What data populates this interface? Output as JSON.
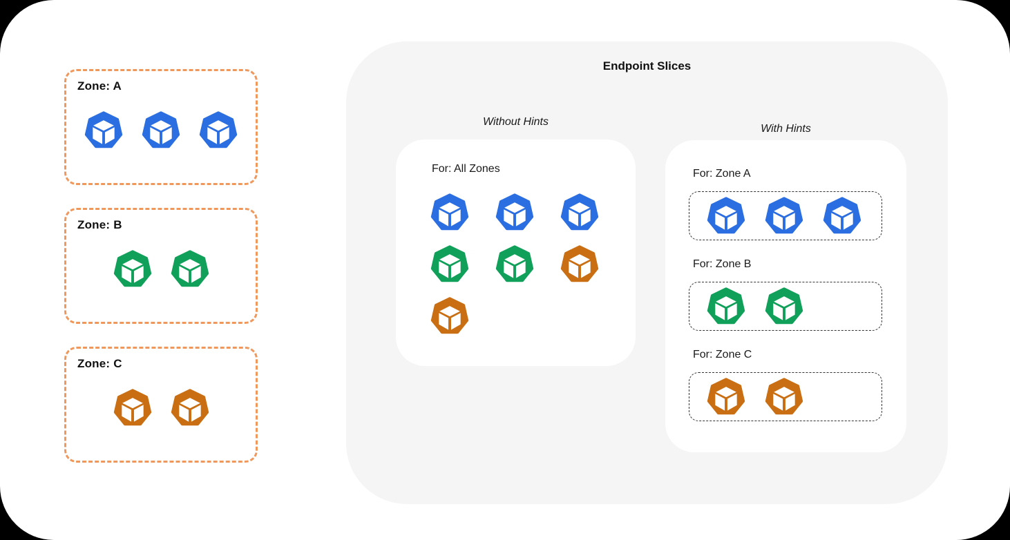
{
  "colors": {
    "blue": "#2B6EE1",
    "green": "#11A05A",
    "orange": "#C96E12",
    "zone_border": "#F0985C",
    "panel_bg": "#F5F5F6",
    "dotted_border": "#333333"
  },
  "zones": [
    {
      "label": "Zone: A",
      "pods": [
        "blue",
        "blue",
        "blue"
      ]
    },
    {
      "label": "Zone: B",
      "pods": [
        "green",
        "green"
      ]
    },
    {
      "label": "Zone: C",
      "pods": [
        "orange",
        "orange"
      ]
    }
  ],
  "panel": {
    "title": "Endpoint Slices",
    "without_hints": {
      "title": "Without Hints",
      "card_label": "For: All Zones",
      "pod_rows": [
        [
          "blue",
          "blue",
          "blue"
        ],
        [
          "green",
          "green",
          "orange"
        ],
        [
          "orange"
        ]
      ]
    },
    "with_hints": {
      "title": "With Hints",
      "groups": [
        {
          "label": "For: Zone A",
          "pods": [
            "blue",
            "blue",
            "blue"
          ]
        },
        {
          "label": "For: Zone B",
          "pods": [
            "green",
            "green"
          ]
        },
        {
          "label": "For: Zone C",
          "pods": [
            "orange",
            "orange"
          ]
        }
      ]
    }
  }
}
